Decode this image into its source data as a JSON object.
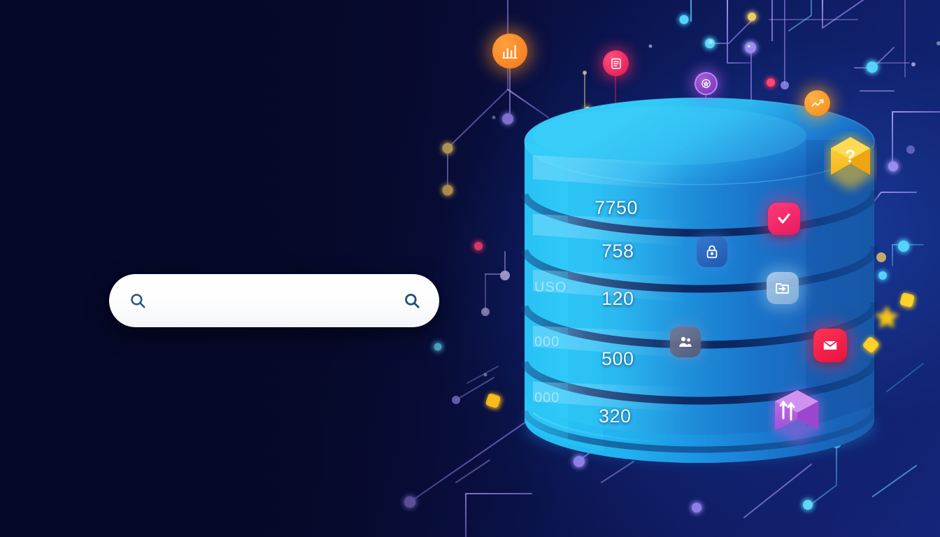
{
  "scene": {
    "title": "Database search illustration",
    "background_color": "#05082a",
    "accent_cyan": "#29c5f6",
    "accent_blue": "#1f63c8",
    "accent_purple": "#8c7ce0"
  },
  "search": {
    "value": "",
    "placeholder": "",
    "left_icon": "search-icon",
    "right_icon": "search-icon",
    "icon_color": "#2a5a84",
    "background": "#ffffff"
  },
  "database": {
    "label": "database-cylinder",
    "body_color": "#1b8fe0",
    "top_color": "#29c5f6",
    "rings": [
      {
        "value": "7750",
        "side_label": ""
      },
      {
        "value": "758",
        "side_label": ""
      },
      {
        "value": "120",
        "side_label": "USO"
      },
      {
        "value": "500",
        "side_label": "000"
      },
      {
        "value": "320",
        "side_label": "000"
      }
    ]
  },
  "badges": [
    {
      "name": "chart-icon",
      "glyph": "bar-chart",
      "color": "#f4761b"
    },
    {
      "name": "document-icon",
      "glyph": "document",
      "color": "#e3134f"
    },
    {
      "name": "shield-star-icon",
      "glyph": "shield-star",
      "color": "#7733b5"
    },
    {
      "name": "trending-up-icon",
      "glyph": "trend",
      "color": "#f58a14"
    },
    {
      "name": "help-cube-icon",
      "glyph": "question",
      "color": "#ffc61a"
    },
    {
      "name": "check-icon",
      "glyph": "check",
      "color": "#e6195f"
    },
    {
      "name": "lock-icon",
      "glyph": "lock",
      "color": "#2f6ec4"
    },
    {
      "name": "folder-transfer-icon",
      "glyph": "folder",
      "color": "#b0cee8"
    },
    {
      "name": "users-icon",
      "glyph": "users",
      "color": "#767a96"
    },
    {
      "name": "mail-icon",
      "glyph": "envelope",
      "color": "#e8123f"
    },
    {
      "name": "transfer-cube-icon",
      "glyph": "arrows",
      "color": "#b45fe0"
    }
  ]
}
